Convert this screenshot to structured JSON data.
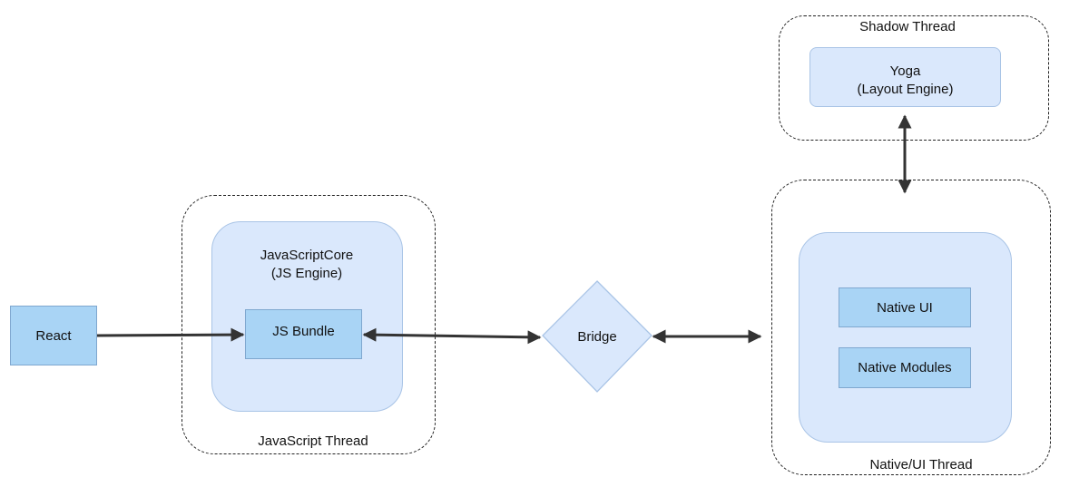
{
  "threads": {
    "javascript": {
      "label": "JavaScript Thread"
    },
    "native": {
      "label": "Native/UI Thread"
    },
    "shadow": {
      "label": "Shadow Thread"
    }
  },
  "nodes": {
    "react": "React",
    "js_engine": "JavaScriptCore\n(JS Engine)",
    "js_bundle": "JS Bundle",
    "bridge": "Bridge",
    "yoga": "Yoga\n(Layout Engine)",
    "native_ui": "Native UI",
    "native_modules": "Native Modules"
  },
  "colors": {
    "container_fill": "#dae8fc",
    "box_fill": "#a9d4f5",
    "arrow": "#333333",
    "dashed_border": "#222222"
  }
}
